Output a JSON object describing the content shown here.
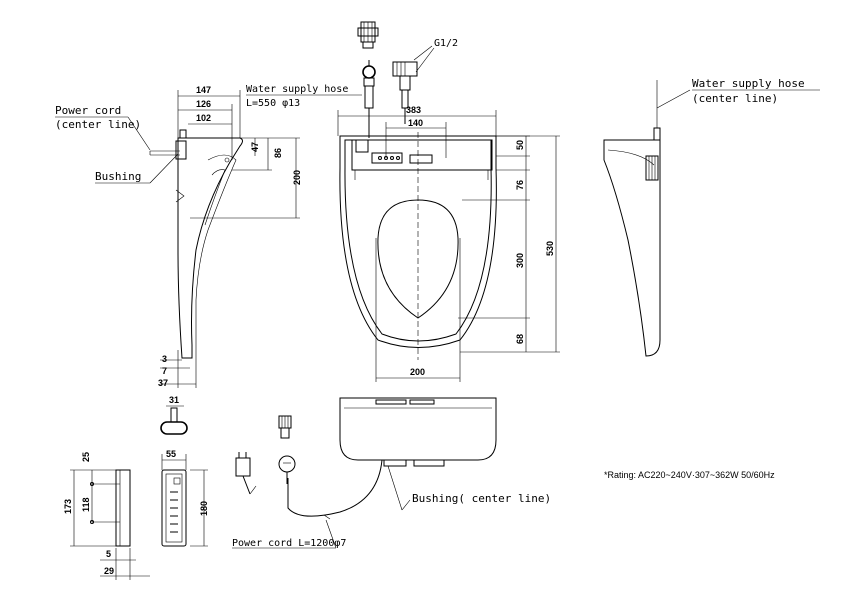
{
  "labels": {
    "power_cord_1": "Power cord",
    "center_line_1": "(center line)",
    "bushing": "Bushing",
    "water_supply_hose_1": "Water supply hose",
    "hose_length": "L=550 φ13",
    "thread": "G1/2",
    "water_supply_hose_2": "Water supply hose",
    "center_line_2": "(center line)",
    "bushing_center_line": "Bushing( center line)",
    "power_cord_length": "Power cord L=1200φ7",
    "rating": "*Rating: AC220~240V·307~362W 50/60Hz"
  },
  "dimensions": {
    "d147": "147",
    "d126": "126",
    "d102": "102",
    "d47": "47",
    "d86": "86",
    "d200_side": "200",
    "d3": "3",
    "d7": "7",
    "d37": "37",
    "d31": "31",
    "d383": "383",
    "d140": "140",
    "d50": "50",
    "d76": "76",
    "d300": "300",
    "d530": "530",
    "d68": "68",
    "d200_bottom": "200",
    "d25": "25",
    "d173": "173",
    "d118": "118",
    "d5": "5",
    "d29": "29",
    "d55": "55",
    "d180": "180"
  }
}
